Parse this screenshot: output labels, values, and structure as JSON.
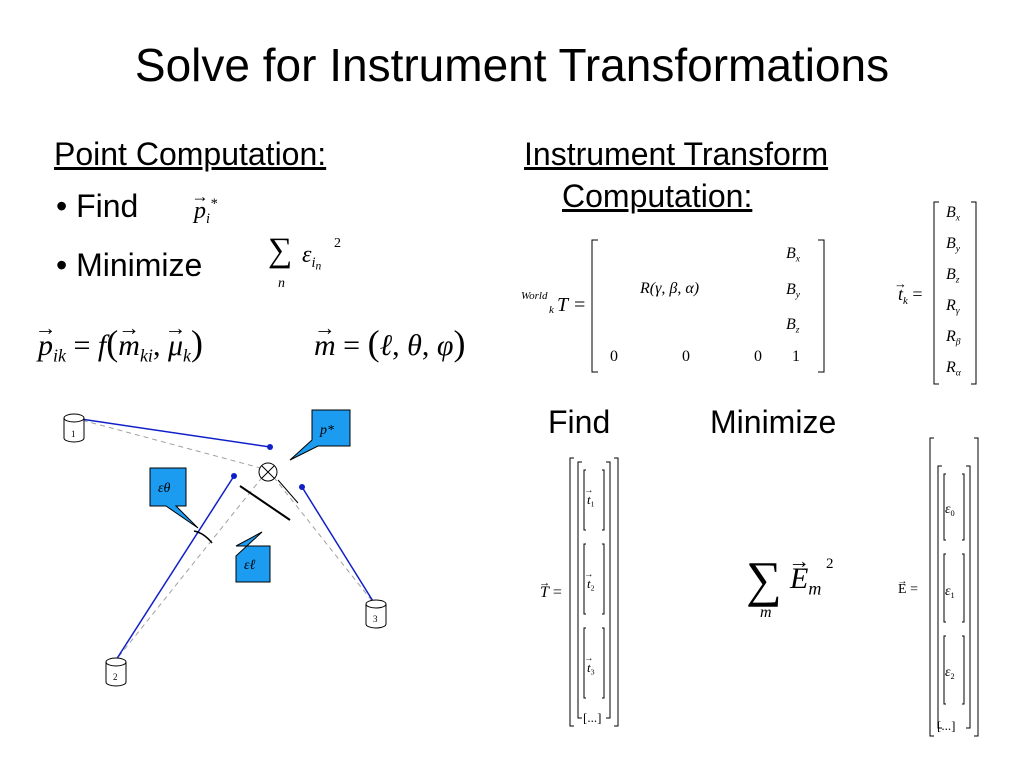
{
  "title": "Solve for Instrument Transformations",
  "left_heading": "Point Computation:",
  "bullets": [
    "Find",
    "Minimize"
  ],
  "right_heading": [
    "Instrument Transform",
    "Computation:"
  ],
  "find_label": "Find",
  "minimize_label": "Minimize",
  "equations": {
    "p_ik_lhs": "p",
    "p_ik_sub": "ik",
    "f_rhs": "= f(",
    "m_ki": "m",
    "m_ki_sub": "ki",
    "mu_k": "μ",
    "mu_k_sub": "k",
    "m_eq": "m = (ℓ, θ, φ)",
    "world_prefix": "World",
    "k_prefix": "k",
    "T_letter": "T =",
    "rotation": "R(γ, β, α)",
    "tk_label": "t",
    "tk_sub": "k",
    "big_T": "T =",
    "big_E": "E =",
    "E_m": "E",
    "E_m_sub": "m",
    "sum_sub_m": "m",
    "sum_sub_n": "n",
    "sq": "2",
    "star": "*"
  },
  "translation_vector": [
    "Bx",
    "By",
    "Bz",
    "Rγ",
    "Rβ",
    "Rα"
  ],
  "matrix_last_row": [
    "0",
    "0",
    "0",
    "1"
  ],
  "B_column": [
    "Bx",
    "By",
    "Bz"
  ],
  "T_vector": [
    "t1",
    "t2",
    "t3",
    "[...]"
  ],
  "E_vector": [
    "ε0",
    "ε1",
    "ε2",
    "[...]"
  ],
  "diagram": {
    "instruments": [
      "1",
      "2",
      "3"
    ],
    "callout_p": "p*",
    "callout_theta": "εθ",
    "callout_l": "εℓ",
    "colors": {
      "line": "#1020c8",
      "callout_fill": "#1b9cf0",
      "dash": "#a0a0a0"
    }
  }
}
